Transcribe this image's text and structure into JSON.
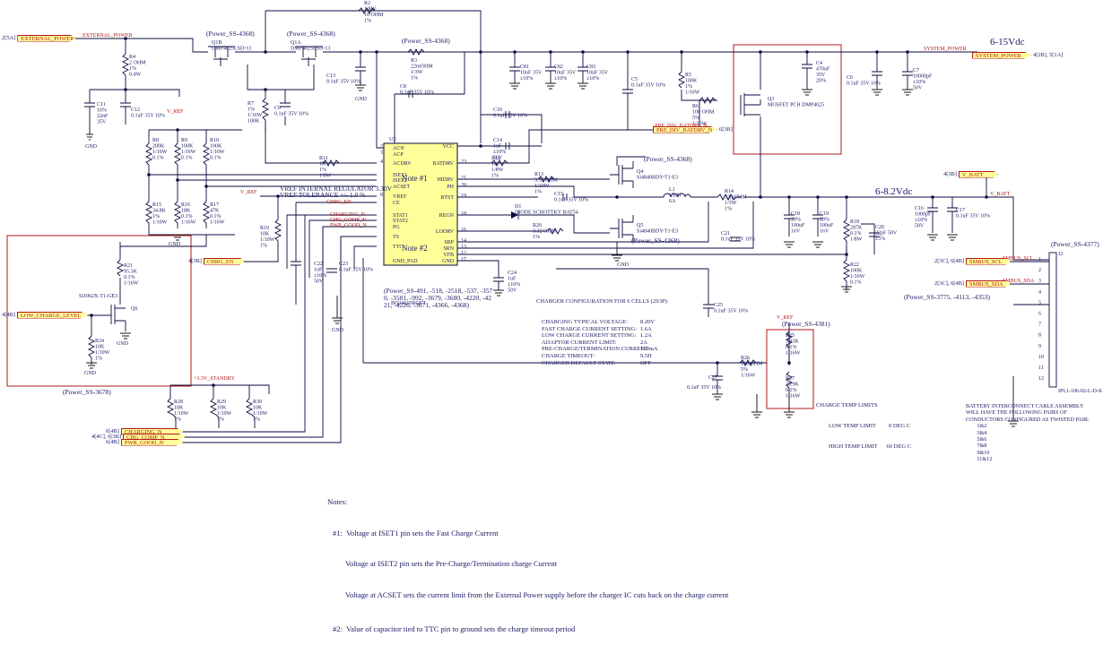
{
  "schematic": {
    "ports": {
      "external_power": "EXTERNAL_POWER",
      "external_power_ref": "2[5A]",
      "system_power": "SYSTEM_POWER",
      "system_power_ref": "4[2B], 5[1A]",
      "vbatt": "V_BATT",
      "vbatt_ref": "4[3B]",
      "pre_div_batdrv": "PRE_DIV_BATDRV_N",
      "pre_div_ref": "6[3B]",
      "chrg_en": "CHRG_EN",
      "chrg_en_ref": "4[3B]",
      "low_charge": "LOW_CHARGE_LEVEL",
      "low_charge_ref": "4[4B]",
      "smbus_scl": "SMBUS_SCL",
      "smbus_scl_ref": "2[3C], 6[4B]",
      "smbus_sda": "SMBUS_SDA",
      "smbus_sda_ref": "2[3C], 6[4B]",
      "charging_n": "CHARGING_N",
      "charging_ref": "6[4B]",
      "chg_comp_n": "CHG_COMP_N",
      "chg_comp_ref": "4[4C], 6[3B]",
      "pwr_good_n": "PWR_GOOD_N",
      "pwr_good_ref": "6[4B]"
    },
    "net_labels": {
      "external_power_wire": "EXTERNAL_POWER",
      "system_power_wire": "SYSTEM_POWER",
      "v6_15": "6-15Vdc",
      "v6_8": "6-8.2Vdc",
      "v_batt_wire": "V_BATT",
      "v_ref1": "V_REF",
      "v_ref2": "V_REF",
      "v_ref3": "V_REF",
      "standby": "+3.3V_STANDBY",
      "vref_reg": "VREF INTERNAL REGULATOR   3.30V",
      "vref_tol": "VREF TOLERANCE            +/- 1.0 %",
      "smbus_scl_wire": "SMBUS_SCL",
      "smbus_sda_wire": "SMBUS_SDA"
    },
    "power_tags": [
      "(Power_SS-4368)",
      "(Power_SS-4368)",
      "(Power_SS-4368)",
      "(Power_SS-4368)",
      "(Power_SS-4368)",
      "(Power_SS-4377)",
      "(Power_SS-3678)",
      "(Power_SS-4381)",
      "(Power_SS-3775, -4113, -4353)"
    ],
    "ic": {
      "refdes": "U2",
      "part": "BQ24610RGET",
      "note1": "Note #1",
      "note2": "Note #2",
      "pins_left": [
        "ACN",
        "ACP",
        "ACDRV",
        "ISET1",
        "ISET2",
        "ACSET",
        "VREF",
        "CE",
        "STAT1",
        "STAT2",
        "PG",
        "TS",
        "TTC",
        "GND_PAD"
      ],
      "pin_nums_left": [
        "2",
        "3",
        "4",
        "",
        "",
        "",
        "8",
        "",
        "",
        "",
        "",
        "",
        "",
        ""
      ],
      "pins_right": [
        "VCC",
        "BATDRV",
        "HIDRV",
        "PH",
        "BTST",
        "REGN",
        "LODRV",
        "SRP",
        "SRN",
        "VFB",
        "GND"
      ],
      "pin_nums_right": [
        "",
        "23",
        "21",
        "20",
        "19",
        "18",
        "16",
        "14",
        "13",
        "12",
        "17"
      ],
      "power_list": "(Power_SS-491, -518, -2518, -537, -3570, -3581, -992, -3679, -3680, -4220, -4221, -4226, -3671, -4366, -4368)"
    },
    "components": {
      "R2": [
        "R2",
        "1/8W",
        "10 OHM",
        "1%"
      ],
      "R3": [
        "R3",
        "22mOHM",
        "1/3W",
        "1%"
      ],
      "R4": [
        "R4",
        "2 OHM",
        "1%",
        "0.4W"
      ],
      "Q1B": [
        "Q1B",
        "DMP4025LSD-13"
      ],
      "Q1A": [
        "Q1A",
        "DMP4025LSD-13"
      ],
      "C11": [
        "C11",
        "10%",
        "22nF",
        "35V"
      ],
      "C12": [
        "C12",
        "0.1uF 35V 10%"
      ],
      "C13": [
        "C13",
        "0.1uF 35V 10%"
      ],
      "C9": [
        "C9",
        "0.1uF 35V 10%"
      ],
      "C8": [
        "C8",
        "0.1uF 35V 10%"
      ],
      "R7": [
        "R7",
        "1%",
        "1/16W",
        "100K"
      ],
      "C81": [
        "C81",
        "10uF 35V",
        "±10%"
      ],
      "C82": [
        "C82",
        "10uF 35V",
        "±10%"
      ],
      "C83": [
        "C83",
        "10uF 35V",
        "±10%"
      ],
      "C5": [
        "C5",
        "0.1uF 35V 10%"
      ],
      "R5": [
        "R5",
        "100K",
        "1%",
        "1/16W"
      ],
      "R6": [
        "R6",
        "100 OHM",
        "5%",
        "1/16W"
      ],
      "C4": [
        "C4",
        "470uF",
        "35V",
        "20%"
      ],
      "Q3": [
        "Q3",
        "MOSFET PCH DMP4025"
      ],
      "C6": [
        "C6",
        "0.1uF 35V 10%"
      ],
      "C7": [
        "C7",
        "10000pF",
        "±10%",
        "50V"
      ],
      "C10": [
        "C10",
        "0.1uF 35V 10%"
      ],
      "C14": [
        "C14",
        "1uF",
        "±10%",
        "50V"
      ],
      "R12": [
        "R12",
        "1K",
        "1/8W",
        "1%"
      ],
      "R11": [
        "R11",
        "1K",
        "1%",
        "1/8W"
      ],
      "R13": [
        "R13",
        "3.32 OHM",
        "1/10W",
        "1%"
      ],
      "Q4": [
        "Q4",
        "Si4840BDY-T1-E3"
      ],
      "C15": [
        "C15",
        "0.1uF 35V 10%"
      ],
      "L1": [
        "L1",
        "15uH",
        "6A"
      ],
      "R14": [
        "R14",
        "33mOHM",
        "1/3W",
        "1%"
      ],
      "D1": [
        "D1",
        "DIODE SCHOTTKY BAT54"
      ],
      "R26": [
        "R26",
        "3.32 OHM",
        "1%"
      ],
      "Q5": [
        "Q5",
        "Si4840BDY-T1-E3"
      ],
      "C18": [
        "C18",
        "20%",
        "100uF",
        "16V"
      ],
      "C19": [
        "C19",
        "20%",
        "100uF",
        "16V"
      ],
      "C21": [
        "C21",
        "0.1uF 35V 10%"
      ],
      "R18": [
        "R18",
        "287K",
        "0.1%",
        "1/8W"
      ],
      "C20": [
        "C20",
        "22pF 50V",
        "±5%"
      ],
      "R22": [
        "R22",
        "100K",
        "1/16W",
        "0.1%"
      ],
      "C16": [
        "C16",
        "1000pF",
        "±10%",
        "50V"
      ],
      "C17": [
        "C17",
        "0.1uF 35V 10%"
      ],
      "C25": [
        "C25",
        "0.1uF 35V 10%"
      ],
      "C24": [
        "C24",
        "1uF",
        "±10%",
        "50V"
      ],
      "R8": [
        "R8",
        "200K",
        "1/16W",
        "0.1%"
      ],
      "R9": [
        "R9",
        "100K",
        "1/16W",
        "0.1%"
      ],
      "R10": [
        "R10",
        "100K",
        "1/16W",
        "0.1%"
      ],
      "R15": [
        "R15",
        "34.8K",
        "1%",
        "1/10W"
      ],
      "R16": [
        "R16",
        "18K",
        "0.1%",
        "1/16W"
      ],
      "R17": [
        "R17",
        "47K",
        "0.1%",
        "1/16W"
      ],
      "R19": [
        "R19",
        "10K",
        "1/10W",
        "1%"
      ],
      "C22": [
        "C22",
        "1uF",
        "±10%",
        "50V"
      ],
      "C23": [
        "C23",
        "0.1uF 35V 10%"
      ],
      "R21": [
        "R21",
        "95.3K",
        "0.1%",
        "1/16W"
      ],
      "Q6": [
        "Q6",
        "Si1062X-T1-GE3"
      ],
      "R24": [
        "R24",
        "10K",
        "1/10W",
        "1%"
      ],
      "R28": [
        "R28",
        "10K",
        "1/10W",
        "1%"
      ],
      "R29": [
        "R29",
        "10K",
        "1/10W",
        "1%"
      ],
      "R30": [
        "R30",
        "10K",
        "1/10W",
        "1%"
      ],
      "R25": [
        "R25",
        "5.23K",
        "0.1%",
        "1/16W"
      ],
      "R27": [
        "R27",
        "30.9K",
        "0.1%",
        "1/16W"
      ],
      "R26b": [
        "R26",
        "100 OHM",
        "5%",
        "1/16W"
      ],
      "C27": [
        "C27",
        "0.1uF 35V 10%"
      ],
      "J2": [
        "J2",
        "IPL1-106-02-L-D-K"
      ]
    },
    "connector_pins": [
      "1",
      "2",
      "3",
      "4",
      "5",
      "6",
      "7",
      "8",
      "9",
      "10",
      "11",
      "12"
    ],
    "charger_config": {
      "title": "CHARGER CONFIGURATION FOR 6 CELLS (2S3P):",
      "rows": [
        [
          "CHARGING TYPICAL VOLTAGE:",
          "8.20V"
        ],
        [
          "FAST CHARGE CURRENT SETTING:",
          "1.6A"
        ],
        [
          "LOW CHARGE CURRENT SETTING:",
          "1.2A"
        ],
        [
          "ADAPTOR CURRENT LIMIT:",
          "2A"
        ],
        [
          "PRE-CHARGE/TERMINATION CURRENT",
          "150mA"
        ],
        [
          "CHARGE TIMEOUT:",
          "9.5H"
        ],
        [
          "CHARGER DEFAULT STATE",
          "OFF"
        ]
      ]
    },
    "temp_limits": {
      "title": "CHARGE TEMP LIMITS",
      "low": [
        "LOW TEMP LIMIT",
        "0 DEG C"
      ],
      "high": [
        "HIGH TEMP LIMIT",
        "60 DEG C"
      ]
    },
    "battery_note": "BATTERY INTERCONNECT CABLE ASSEMBLY\nWILL HAVE THE FOLLOWING PAIRS OF\nCONDUCTORS CONFIGURED AS TWISTED PAIR:\n        1&2\n        3&4\n        5&6\n        7&8\n        9&10\n        11&12",
    "notes": {
      "header": "Notes:",
      "n1a": "#1:  Voltage at ISET1 pin sets the Fast Charge Current",
      "n1b": "Voltage at ISET2 pin sets the Pre-Charge/Termination charge Current",
      "n1c": "Voltage at ACSET sets the current limit from the External Power supply before the charger IC cuts back on the charge current",
      "n2": "#2:  Value of capacitor tied to TTC pin to ground sets the charge timeout period"
    },
    "gnd_label": "GND"
  }
}
